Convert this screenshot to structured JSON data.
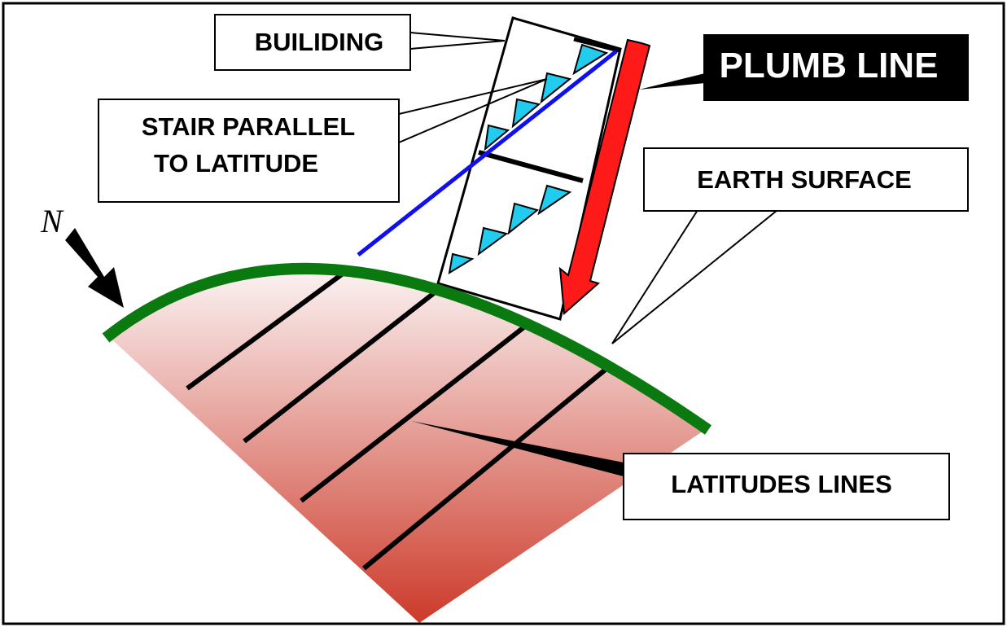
{
  "labels": {
    "building": "BUILIDING",
    "plumb_line": "PLUMB LINE",
    "stair_line1": "STAIR PARALLEL",
    "stair_line2": "TO LATITUDE",
    "earth_surface": "EARTH SURFACE",
    "latitude_lines": "LATITUDES LINES",
    "north": "N"
  },
  "colors": {
    "earth_surface": "#0a7a10",
    "plumb_arrow": "#ff1a1a",
    "stair_line": "#1010ee",
    "stair_fill": "#22ccee",
    "gradient_top": "#fbf4f4",
    "gradient_bottom": "#cc3a2a",
    "plumb_label_bg": "#000000",
    "plumb_label_text": "#ffffff"
  },
  "icons": {
    "north_arrow": "arrow-down-right-icon"
  }
}
